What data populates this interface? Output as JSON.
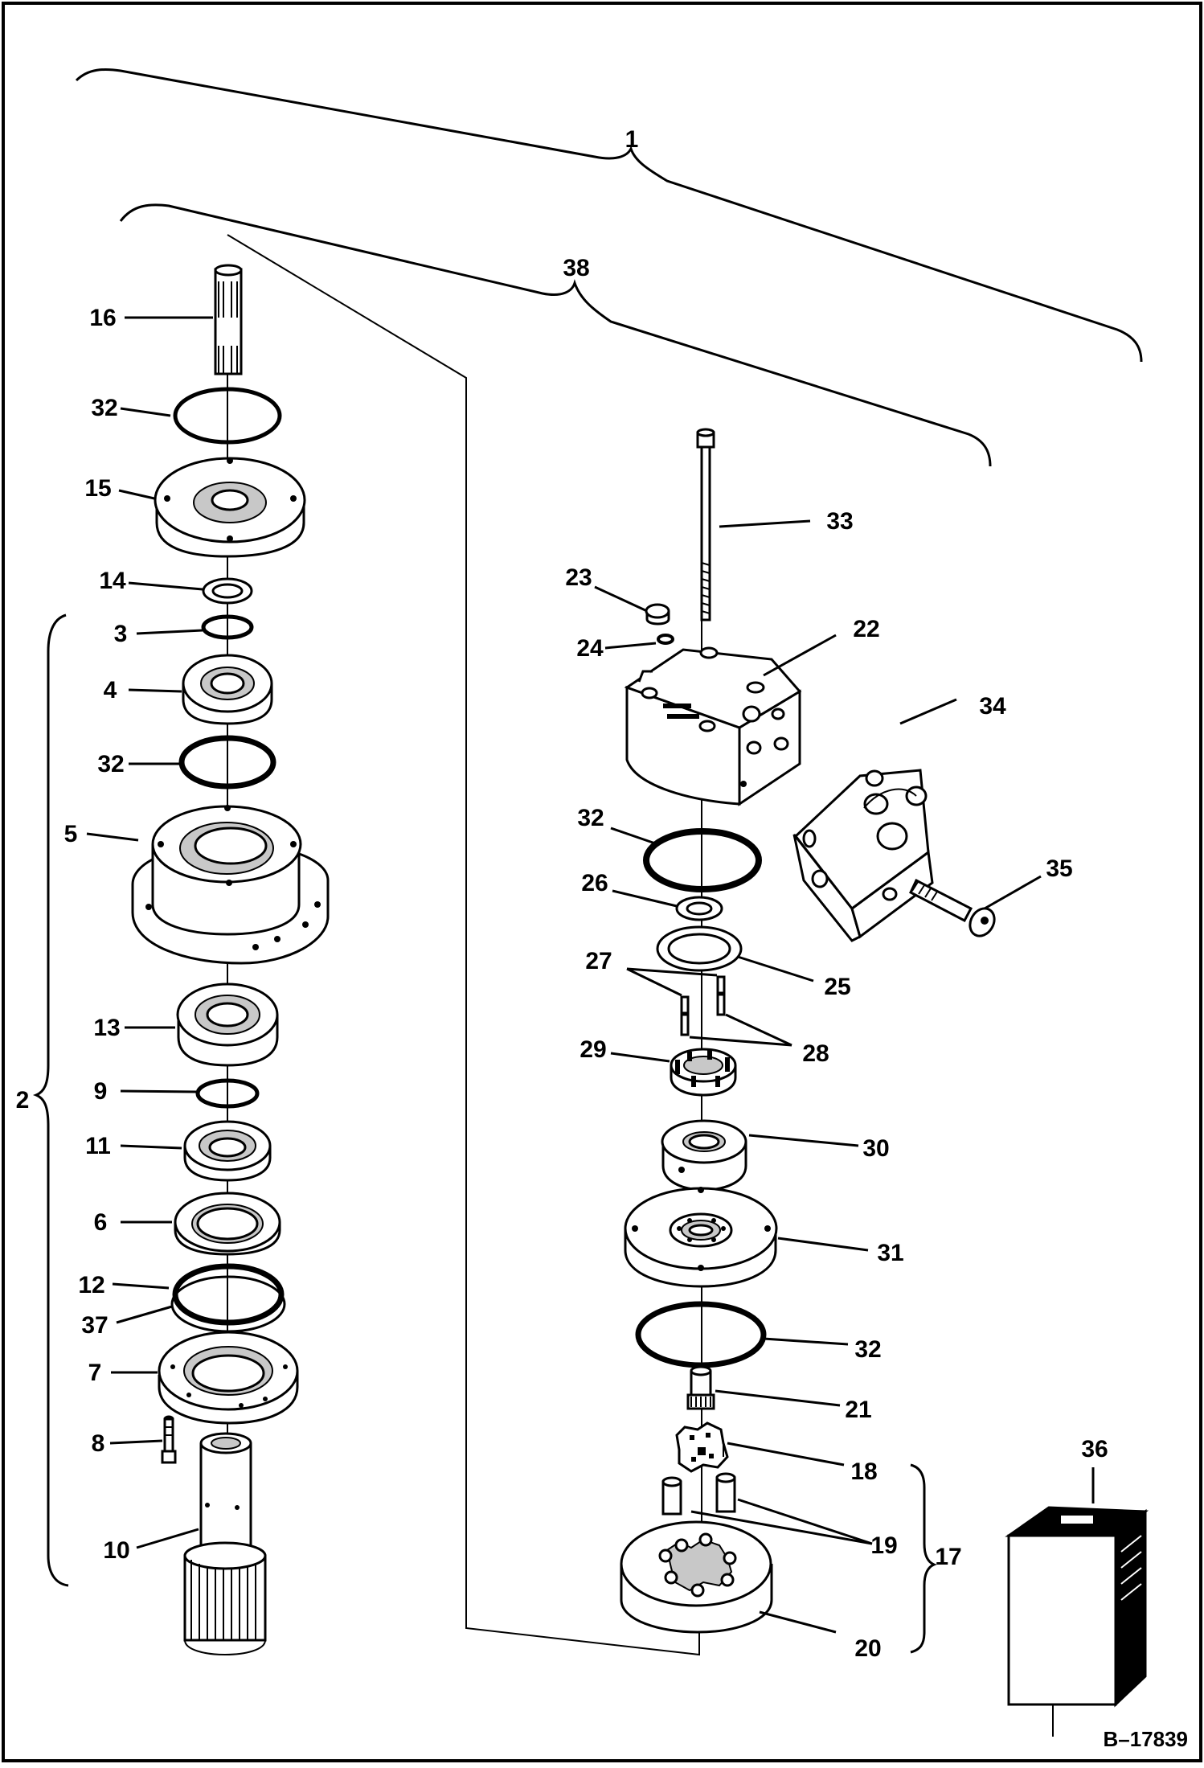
{
  "diagram": {
    "figure_id": "B–17839",
    "callouts": {
      "c1": "1",
      "c2": "2",
      "c3": "3",
      "c4": "4",
      "c5": "5",
      "c6": "6",
      "c7": "7",
      "c8": "8",
      "c9": "9",
      "c10": "10",
      "c11": "11",
      "c12": "12",
      "c13": "13",
      "c14": "14",
      "c15": "15",
      "c16": "16",
      "c17": "17",
      "c18": "18",
      "c19": "19",
      "c20": "20",
      "c21": "21",
      "c22": "22",
      "c23": "23",
      "c24": "24",
      "c25": "25",
      "c26": "26",
      "c27": "27",
      "c28": "28",
      "c29": "29",
      "c30": "30",
      "c31": "31",
      "c32a": "32",
      "c32b": "32",
      "c32c": "32",
      "c32d": "32",
      "c33": "33",
      "c34": "34",
      "c35": "35",
      "c36": "36",
      "c37": "37",
      "c38": "38"
    }
  }
}
